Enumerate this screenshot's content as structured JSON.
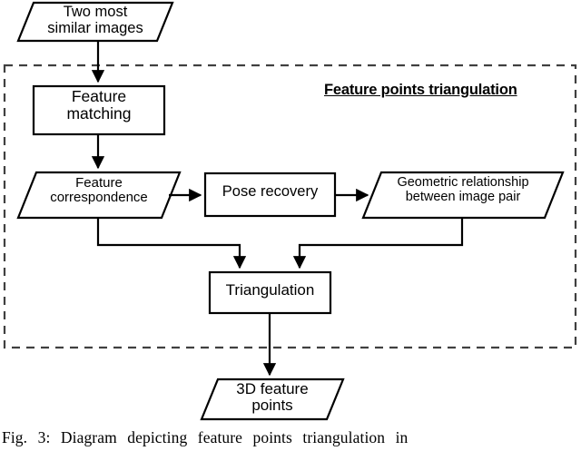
{
  "figure": {
    "caption": "Fig. 3: Diagram depicting feature points triangulation in",
    "group_title": "Feature points triangulation"
  },
  "nodes": {
    "input_images": {
      "label": "Two most\nsimilar images",
      "shape": "parallelogram"
    },
    "feature_matching": {
      "label": "Feature\nmatching",
      "shape": "rectangle"
    },
    "feature_correspondence": {
      "label": "Feature\ncorrespondence",
      "shape": "parallelogram"
    },
    "pose_recovery": {
      "label": "Pose recovery",
      "shape": "rectangle"
    },
    "geometric_relationship": {
      "label": "Geometric relationship\nbetween image pair",
      "shape": "parallelogram"
    },
    "triangulation": {
      "label": "Triangulation",
      "shape": "rectangle"
    },
    "output_points": {
      "label": "3D feature\npoints",
      "shape": "parallelogram"
    }
  },
  "colors": {
    "stroke": "#000000",
    "fill": "#ffffff",
    "dashed_stroke": "#404040",
    "text": "#000000"
  }
}
